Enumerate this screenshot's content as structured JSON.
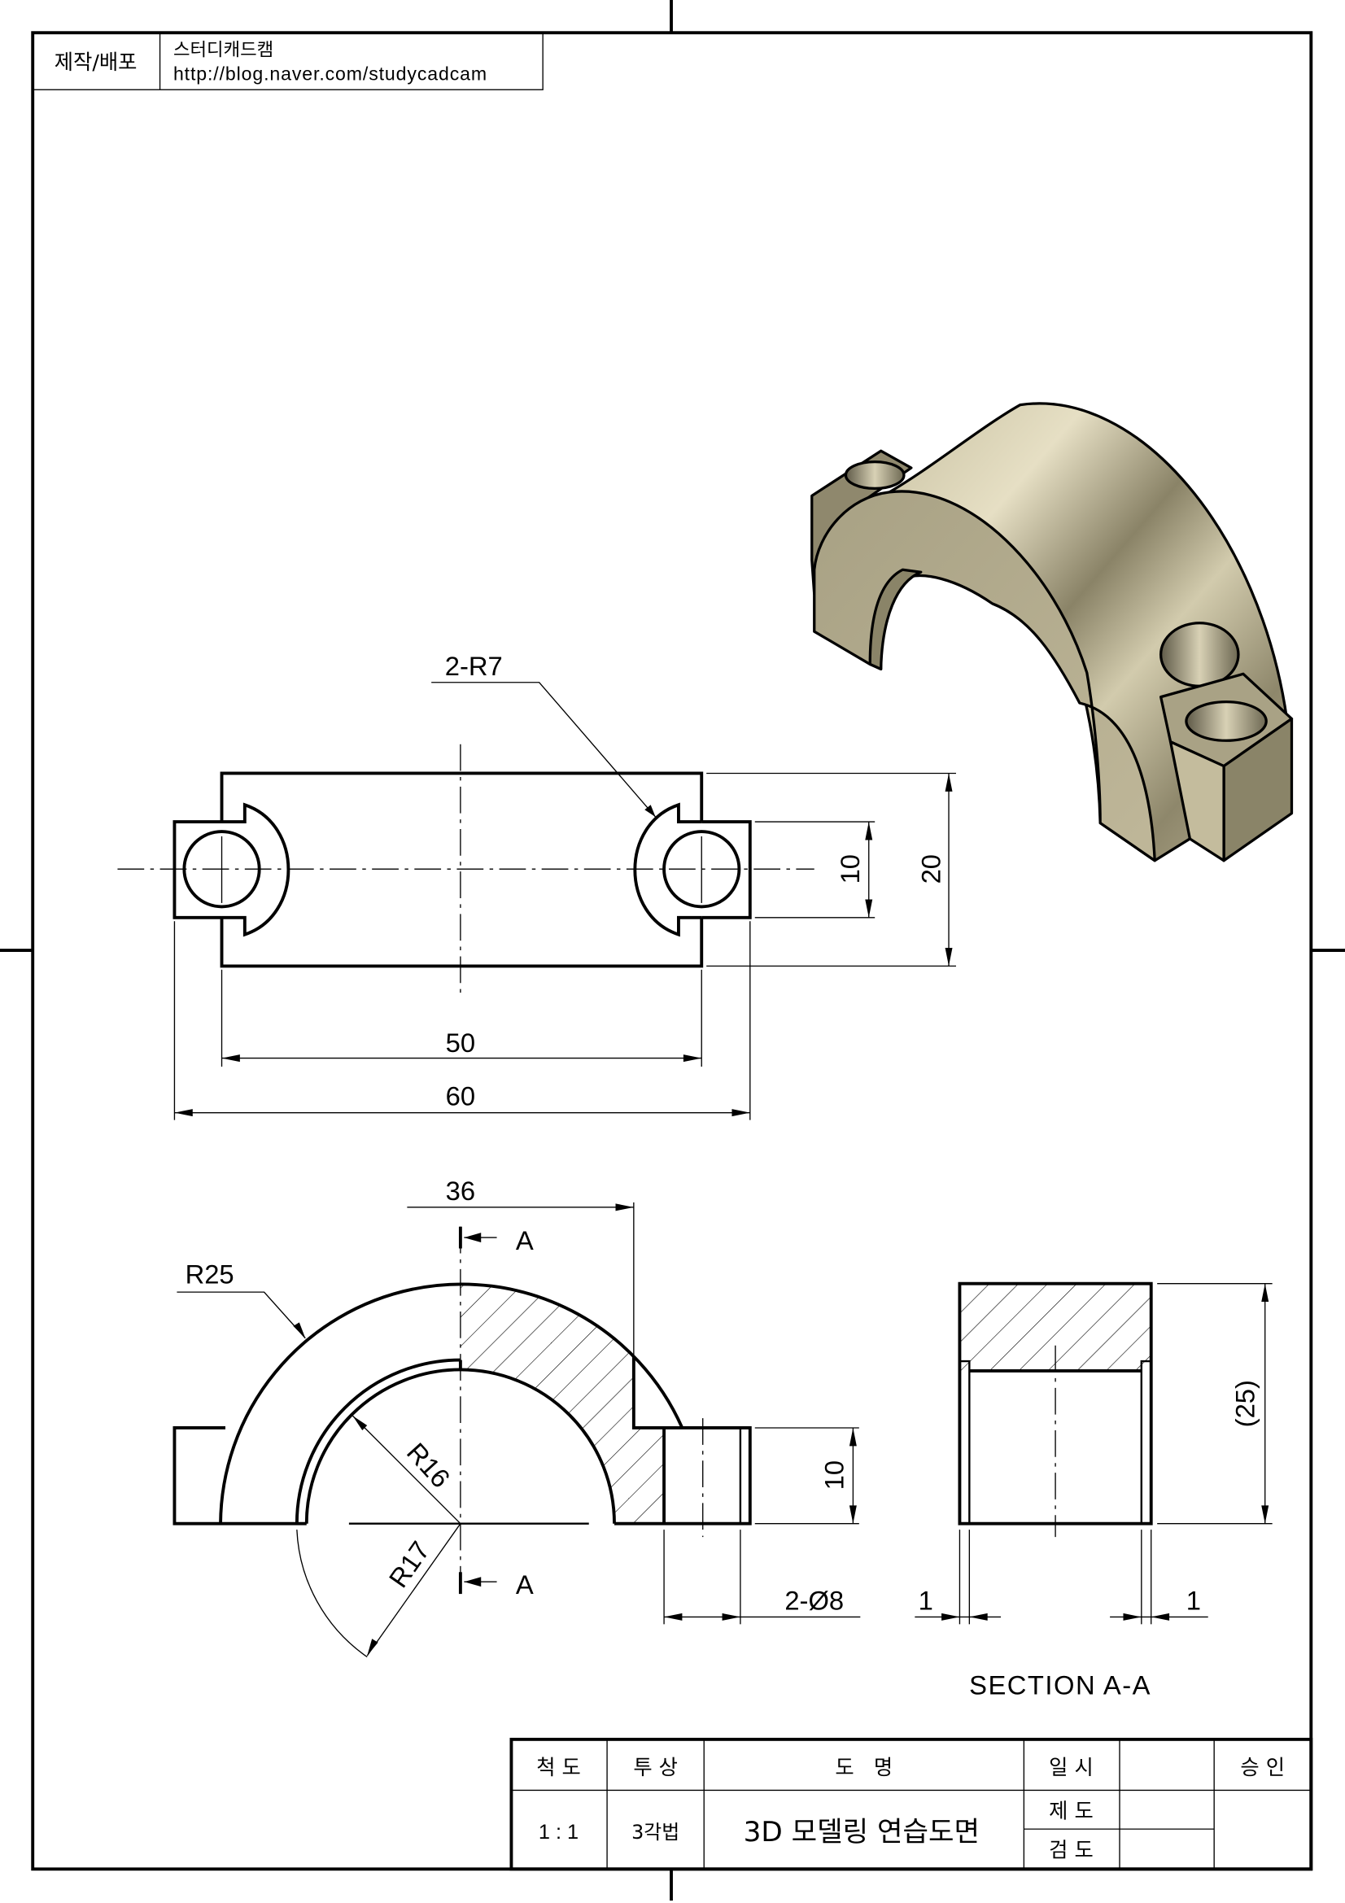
{
  "header": {
    "label": "제작/배포",
    "name": "스터디캐드캠",
    "url": "http://blog.naver.com/studycadcam"
  },
  "top_view": {
    "leader": "2-R7",
    "dim_inner_width": "50",
    "dim_total_width": "60",
    "dim_lug_height": "10",
    "dim_depth": "20"
  },
  "front_view": {
    "dim_offset": "36",
    "outer_radius": "R25",
    "inner_radius": "R16",
    "groove_radius": "R17",
    "lug_height": "10",
    "hole_dia": "2-Ø8",
    "section_letter_top": "A",
    "section_letter_bottom": "A"
  },
  "section_view": {
    "dim_height": "(25)",
    "dim_left": "1",
    "dim_right": "1",
    "title": "SECTION A-A"
  },
  "title_block": {
    "scale_label": "척 도",
    "scale_value": "1 : 1",
    "projection_label": "투 상",
    "projection_value": "3각법",
    "drawing_name_label": "도   명",
    "drawing_name": "3D 모델링 연습도면",
    "date_label": "일 시",
    "drawn_label": "제 도",
    "checked_label": "검 도",
    "approved_label": "승 인"
  },
  "colors": {
    "line": "#000000",
    "model_light": "#e2dac0",
    "model_mid": "#b3ab8c",
    "model_dark": "#7e775f"
  }
}
